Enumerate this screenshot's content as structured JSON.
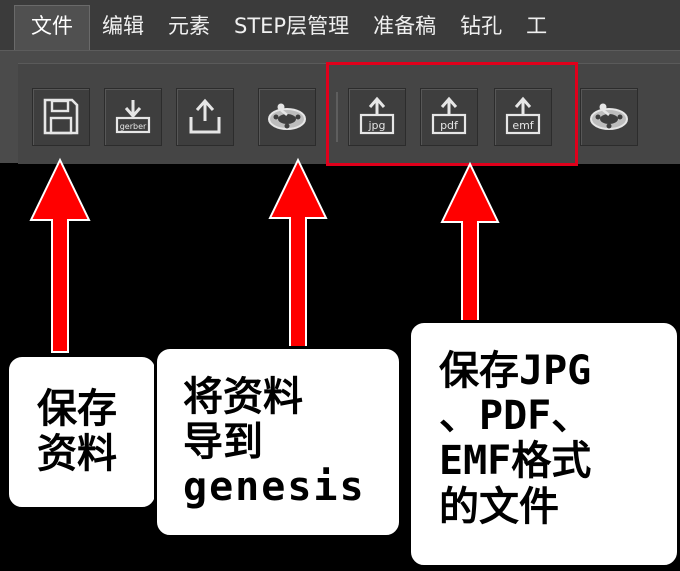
{
  "menu": {
    "items": [
      {
        "label": "文件",
        "active": true
      },
      {
        "label": "编辑"
      },
      {
        "label": "元素"
      },
      {
        "label": "STEP层管理"
      },
      {
        "label": "准备稿"
      },
      {
        "label": "钻孔"
      },
      {
        "label": "工"
      }
    ]
  },
  "toolbar": {
    "buttons": [
      {
        "name": "save-icon"
      },
      {
        "name": "import-gerber-icon",
        "caption": "gerber"
      },
      {
        "name": "export-icon"
      },
      {
        "name": "genesis-icon"
      },
      {
        "name": "export-jpg-icon",
        "caption": "jpg"
      },
      {
        "name": "export-pdf-icon",
        "caption": "pdf"
      },
      {
        "name": "export-emf-icon",
        "caption": "emf"
      },
      {
        "name": "genesis-icon"
      }
    ]
  },
  "callouts": {
    "save": {
      "lines": [
        "保存",
        "资料"
      ]
    },
    "genesis": {
      "lines": [
        "将资料",
        "导到",
        "genesis"
      ]
    },
    "formats": {
      "lines": [
        "保存JPG",
        "、PDF、",
        "EMF格式",
        "的文件"
      ]
    }
  },
  "colors": {
    "menubar": "#3b3b3b",
    "toolbar": "#4b4b4b",
    "highlight": "#e0001b",
    "arrow": "#ff0000"
  }
}
